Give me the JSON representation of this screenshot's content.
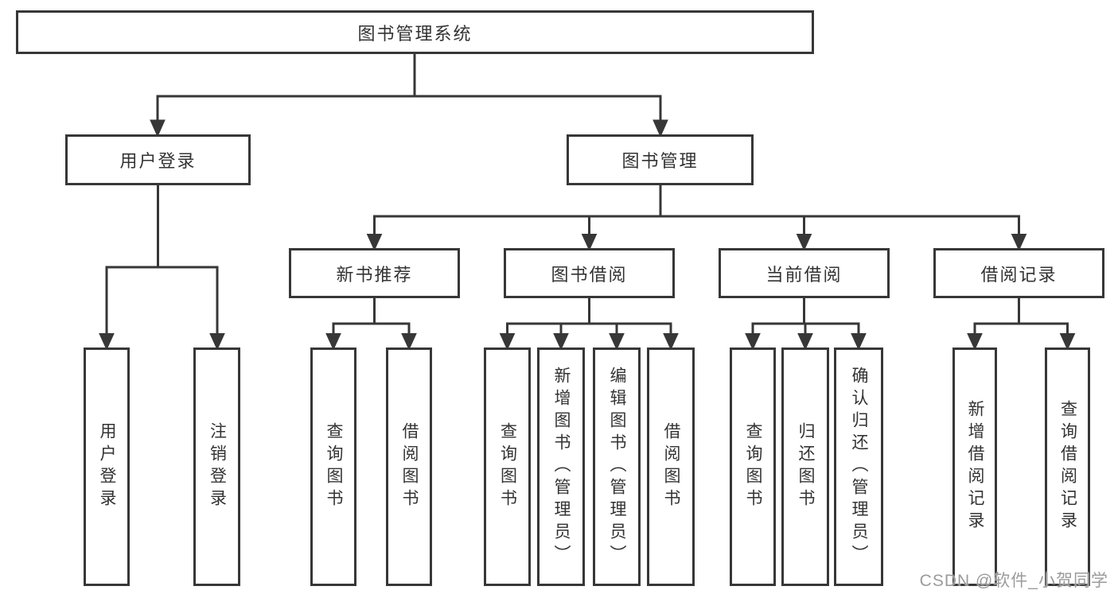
{
  "diagram": {
    "root": {
      "label": "图书管理系统"
    },
    "level1": {
      "user_login": {
        "label": "用户登录"
      },
      "book_mgmt": {
        "label": "图书管理"
      }
    },
    "level2": {
      "new_book": {
        "label": "新书推荐"
      },
      "borrow": {
        "label": "图书借阅"
      },
      "current": {
        "label": "当前借阅"
      },
      "record": {
        "label": "借阅记录"
      }
    },
    "leaves": {
      "user_login": [
        "用户登录",
        "注销登录"
      ],
      "new_book": [
        "查询图书",
        "借阅图书"
      ],
      "borrow": [
        "查询图书",
        "新增图书（管理员）",
        "编辑图书（管理员）",
        "借阅图书"
      ],
      "current": [
        "查询图书",
        "归还图书",
        "确认归还（管理员）"
      ],
      "record": [
        "新增借阅记录",
        "查询借阅记录"
      ]
    }
  },
  "watermark": "CSDN @软件_小贺同学",
  "colors": {
    "line": "#373737",
    "box_border": "#373737",
    "text": "#333333",
    "background": "#ffffff",
    "watermark": "#9b9b9b"
  }
}
